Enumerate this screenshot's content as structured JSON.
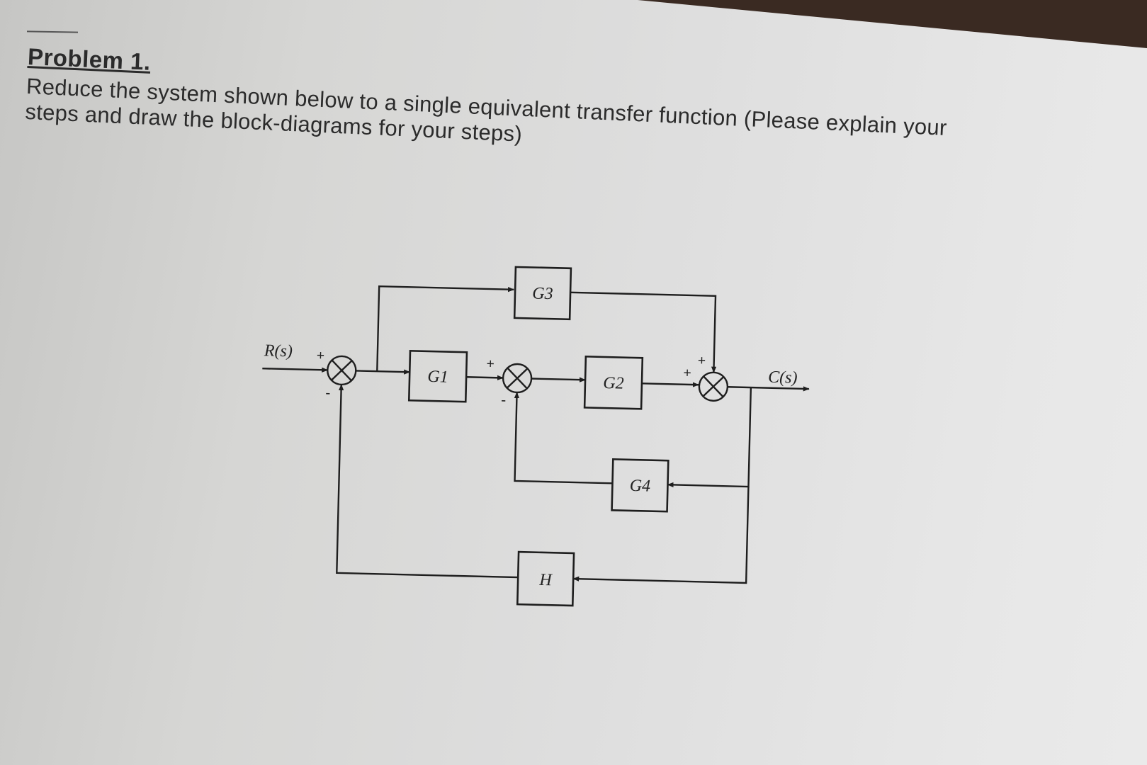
{
  "problem": {
    "title": "Problem 1.",
    "text": "Reduce the system shown below to a single equivalent transfer function (Please explain your steps and draw the block-diagrams for your steps)"
  },
  "diagram": {
    "input_label": "R(s)",
    "output_label": "C(s)",
    "blocks": {
      "g1": "G1",
      "g2": "G2",
      "g3": "G3",
      "g4": "G4",
      "h": "H"
    },
    "signs": {
      "sum1_in": "+",
      "sum1_fb": "-",
      "sum2_in": "+",
      "sum2_fb": "-",
      "sum3_in": "+",
      "sum3_top": "+"
    }
  }
}
